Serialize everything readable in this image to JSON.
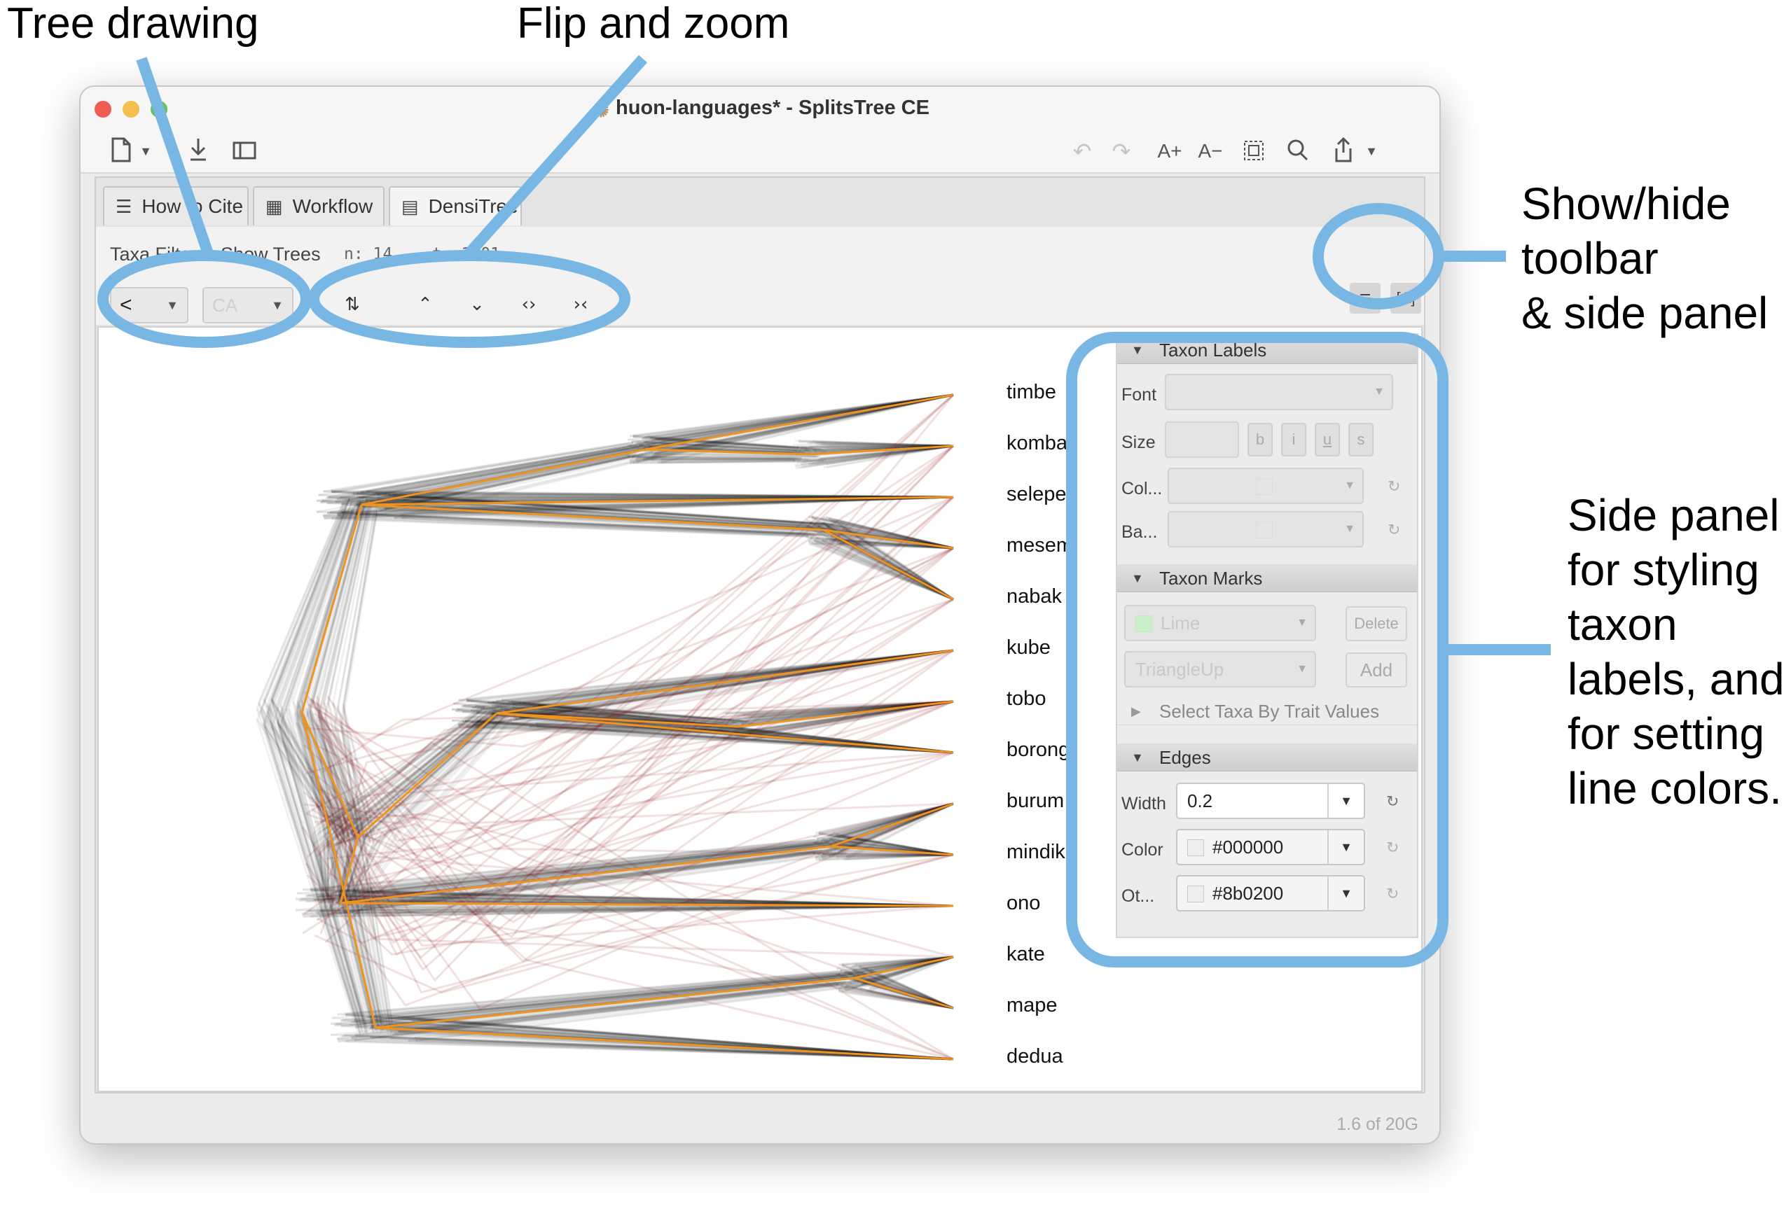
{
  "annotations": {
    "tree_drawing": "Tree drawing",
    "flip_zoom": "Flip and zoom",
    "show_hide": "Show/hide\ntoolbar\n& side panel",
    "side_panel": "Side panel\nfor styling\ntaxon\nlabels, and\nfor setting\nline colors."
  },
  "colors": {
    "annotation": "#78b6e4",
    "tree_main": "#000000",
    "tree_other": "#8b0200",
    "consensus": "#f0931e"
  },
  "window": {
    "title": "huon-languages* - SplitsTree CE",
    "title_icon": "network-icon"
  },
  "toolbar": {
    "file_icon": "new-file-icon",
    "save_icon": "download-icon",
    "sidebar_icon": "sidebar-icon",
    "undo_icon": "undo-icon",
    "redo_icon": "redo-icon",
    "font_up": "A+",
    "font_down": "A−",
    "select_icon": "select-all-icon",
    "search_icon": "search-icon",
    "share_icon": "share-icon"
  },
  "tabs": [
    {
      "label": "How to Cite",
      "icon": "lines-icon"
    },
    {
      "label": "Workflow",
      "icon": "grid-icon"
    },
    {
      "label": "DensiTree",
      "icon": "document-icon"
    }
  ],
  "view_toolbar": {
    "taxa_filter": "Taxa Filter",
    "show_trees": "Show Trees",
    "n_text": "n: 14",
    "t_text": "t: 1001",
    "layout_combo": "layout-icon",
    "mode_combo": "CA",
    "flip_buttons": [
      "rotate-icon",
      "expand-vertical-icon",
      "contract-vertical-icon",
      "expand-horizontal-icon",
      "contract-horizontal-icon"
    ],
    "toggle_toolbar_icon": "sliders-icon",
    "toggle_panel_icon": "text-frame-icon"
  },
  "taxa": [
    "timbe",
    "komba",
    "selepe",
    "mesem",
    "nabak",
    "kube",
    "tobo",
    "borong",
    "burum",
    "mindik",
    "ono",
    "kate",
    "mape",
    "dedua"
  ],
  "side_panel": {
    "taxon_labels": {
      "header": "Taxon Labels",
      "font_label": "Font",
      "size_label": "Size",
      "color_label": "Col...",
      "background_label": "Ba...",
      "style_buttons": [
        "b",
        "i",
        "u",
        "s"
      ]
    },
    "taxon_marks": {
      "header": "Taxon Marks",
      "color_value": "Lime",
      "shape_value": "TriangleUp",
      "delete_label": "Delete",
      "add_label": "Add"
    },
    "select_taxa": {
      "header": "Select Taxa By Trait Values"
    },
    "edges": {
      "header": "Edges",
      "width_label": "Width",
      "width_value": "0.2",
      "color_label": "Color",
      "color_value": "#000000",
      "other_label": "Ot...",
      "other_value": "#8b0200"
    }
  },
  "status": {
    "memory": "1.6 of 20G"
  }
}
